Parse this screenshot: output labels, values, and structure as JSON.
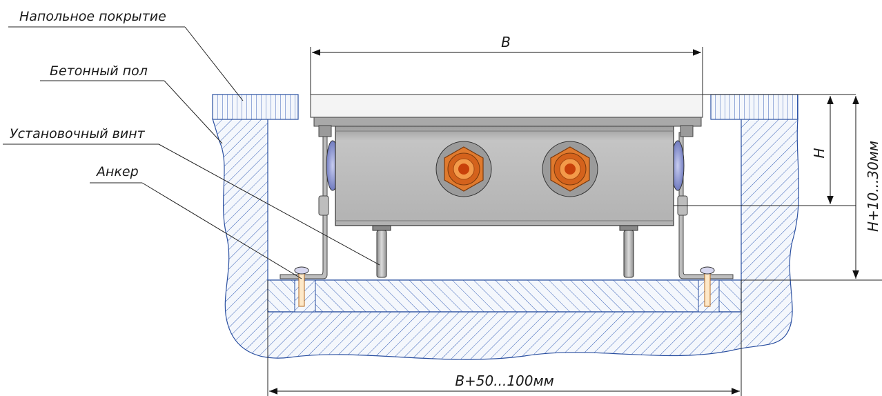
{
  "labels": {
    "floor_covering": "Напольное покрытие",
    "concrete_floor": "Бетонный пол",
    "adjust_screw": "Установочный винт",
    "anchor": "Анкер"
  },
  "dimensions": {
    "width": "B",
    "height": "H",
    "height_total": "H+10...30мм",
    "niche_width": "B+50...100мм"
  },
  "colors": {
    "hatch": "#3a62b8",
    "hatch_fill": "#e9eff9",
    "grille_border": "#666666",
    "body_fill": "#b9b9b9",
    "copper": "#e27d32",
    "copper_dark": "#a54a12"
  }
}
